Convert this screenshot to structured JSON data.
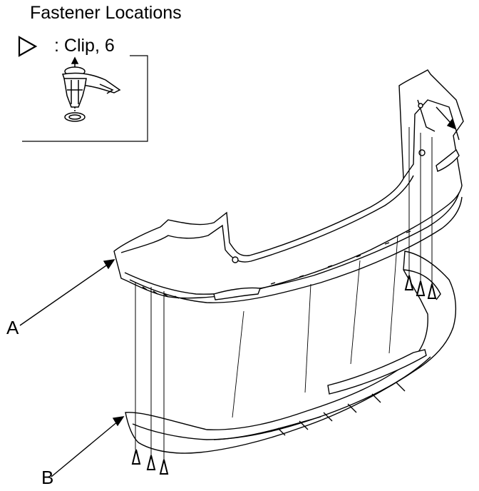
{
  "title": "Fastener Locations",
  "legend": {
    "symbol": "clip-symbol-icon",
    "text": ": Clip, 6"
  },
  "callouts": {
    "a": "A",
    "b": "B"
  },
  "colors": {
    "line": "#000000",
    "fill": "#ffffff"
  }
}
